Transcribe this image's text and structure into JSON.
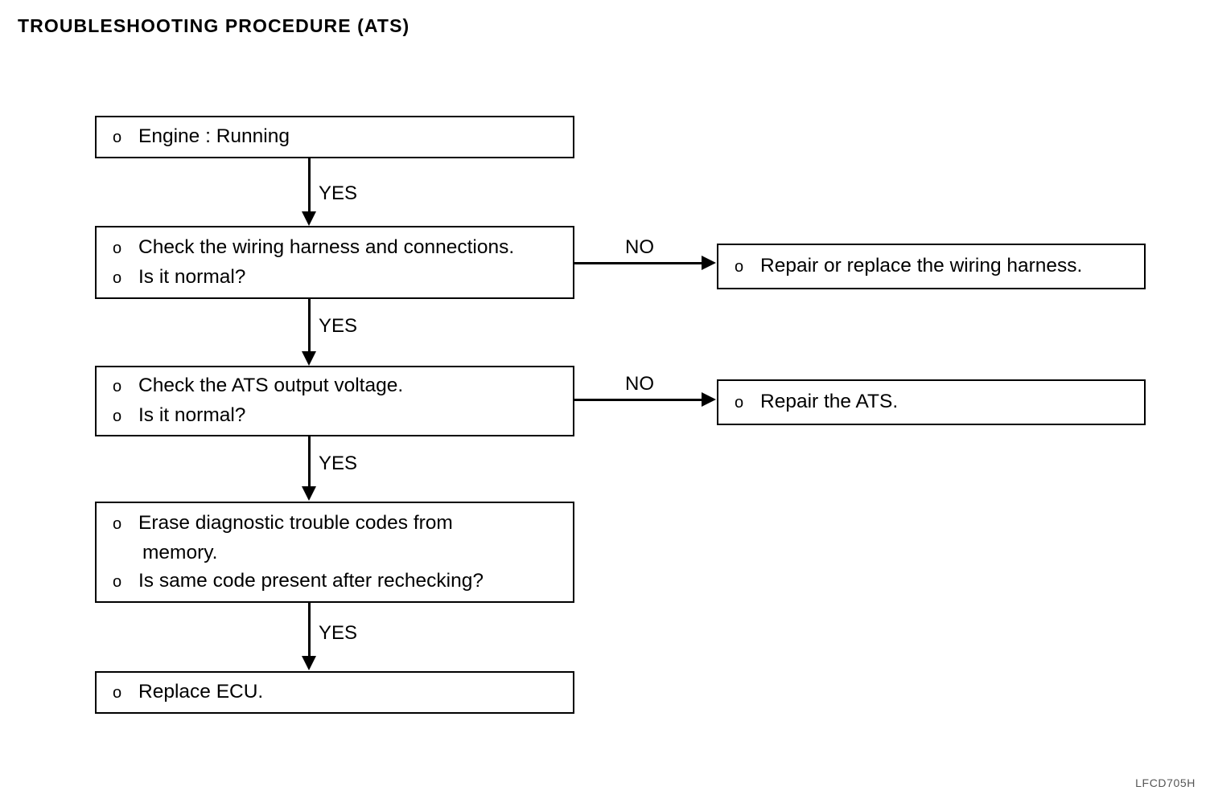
{
  "page": {
    "title": "TROUBLESHOOTING PROCEDURE (ATS)",
    "footer_code": "LFCD705H",
    "bullet_glyph": "o",
    "ink_color": "#000000",
    "background_color": "#ffffff"
  },
  "nodes": {
    "engine_running": {
      "lines": [
        "Engine : Running"
      ]
    },
    "check_wiring": {
      "lines": [
        "Check the wiring harness and connections.",
        "Is it normal?"
      ]
    },
    "repair_wiring": {
      "lines": [
        "Repair or replace the wiring harness."
      ]
    },
    "check_ats_voltage": {
      "lines": [
        "Check the ATS output voltage.",
        "Is it normal?"
      ]
    },
    "repair_ats": {
      "lines": [
        "Repair the ATS."
      ]
    },
    "erase_codes": {
      "lines": [
        "Erase diagnostic trouble codes from",
        "memory.",
        "Is same code present after rechecking?"
      ]
    },
    "replace_ecu": {
      "lines": [
        "Replace ECU."
      ]
    }
  },
  "edges": {
    "yes_1": "YES",
    "yes_2": "YES",
    "yes_3": "YES",
    "yes_4": "YES",
    "no_1": "NO",
    "no_2": "NO"
  }
}
